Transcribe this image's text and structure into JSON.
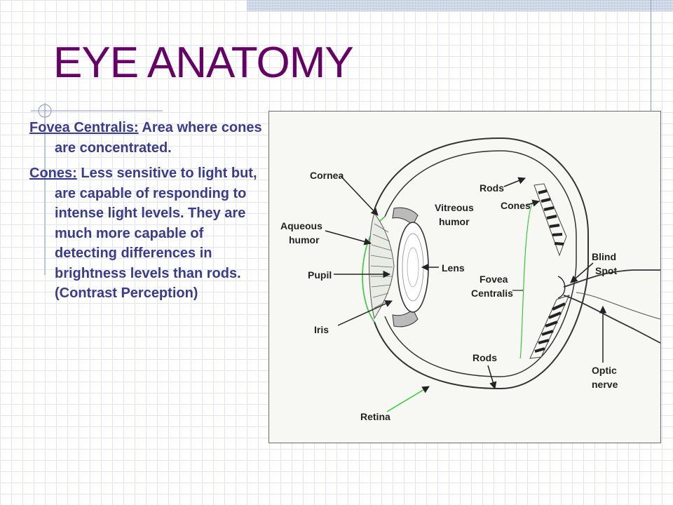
{
  "slide": {
    "title": "EYE ANATOMY"
  },
  "bullets": [
    {
      "term": "Fovea Centralis:",
      "text": " Area where cones are concentrated."
    },
    {
      "term": "Cones:",
      "text": " Less sensitive to light but, are capable of responding to intense light levels. They are much more capable of detecting differences in brightness levels than rods. (Contrast Perception)"
    }
  ],
  "diagram": {
    "labels": {
      "cornea": "Cornea",
      "aqueous_line1": "Aqueous",
      "aqueous_line2": "humor",
      "pupil": "Pupil",
      "iris": "Iris",
      "lens": "Lens",
      "vitreous_line1": "Vitreous",
      "vitreous_line2": "humor",
      "rods_top": "Rods",
      "cones": "Cones",
      "fovea_line1": "Fovea",
      "fovea_line2": "Centralis",
      "blind_line1": "Blind",
      "blind_line2": "Spot",
      "optic_line1": "Optic",
      "optic_line2": "nerve",
      "rods_bottom": "Rods",
      "retina": "Retina"
    }
  },
  "colors": {
    "title": "#660066",
    "body_text": "#3b3b8e",
    "green_accent": "#33cc33"
  }
}
